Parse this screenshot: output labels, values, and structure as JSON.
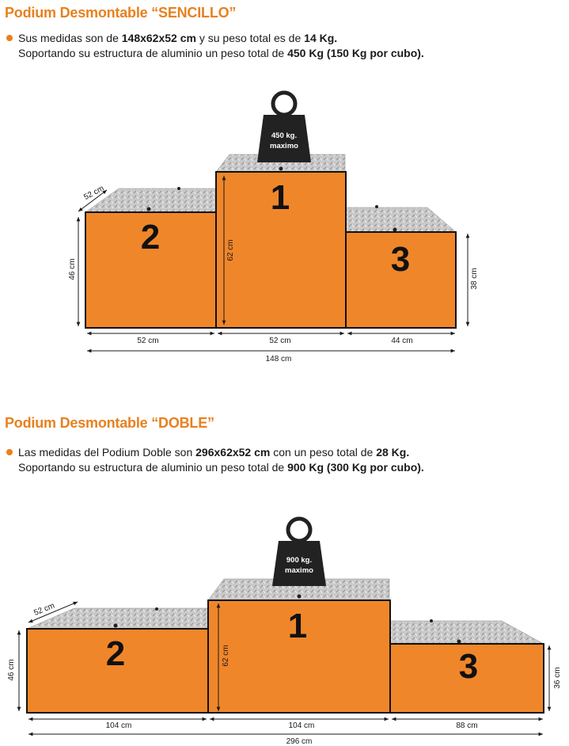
{
  "sencillo": {
    "title": "Podium Desmontable “SENCILLO”",
    "line1_a": "Sus medidas son de ",
    "line1_b": "148x62x52 cm",
    "line1_c": " y su peso total es de ",
    "line1_d": "14 Kg.",
    "line2_a": "Soportando su estructura de aluminio un peso total de ",
    "line2_b": "450 Kg (150 Kg por cubo).",
    "weight_line1": "450 kg.",
    "weight_line2": "maximo",
    "place_1": "1",
    "place_2": "2",
    "place_3": "3",
    "depth": "52 cm",
    "height_2": "46 cm",
    "height_1": "62 cm",
    "height_3": "38 cm",
    "width_2": "52 cm",
    "width_1": "52 cm",
    "width_3": "44 cm",
    "total_width": "148 cm"
  },
  "doble": {
    "title": "Podium Desmontable “DOBLE”",
    "line1_a": "Las medidas del Podium Doble son ",
    "line1_b": "296x62x52 cm",
    "line1_c": " con un peso total de ",
    "line1_d": "28 Kg.",
    "line2_a": "Soportando su estructura de aluminio un peso total de ",
    "line2_b": "900 Kg (300 Kg por cubo).",
    "weight_line1": "900 kg.",
    "weight_line2": "maximo",
    "place_1": "1",
    "place_2": "2",
    "place_3": "3",
    "depth": "52 cm",
    "height_2": "46 cm",
    "height_1": "62 cm",
    "height_3": "36 cm",
    "width_2": "104 cm",
    "width_1": "104 cm",
    "width_3": "88 cm",
    "total_width": "296 cm"
  },
  "colors": {
    "accent": "#e8801e",
    "box_fill": "#f0862a",
    "weight": "#222222"
  }
}
